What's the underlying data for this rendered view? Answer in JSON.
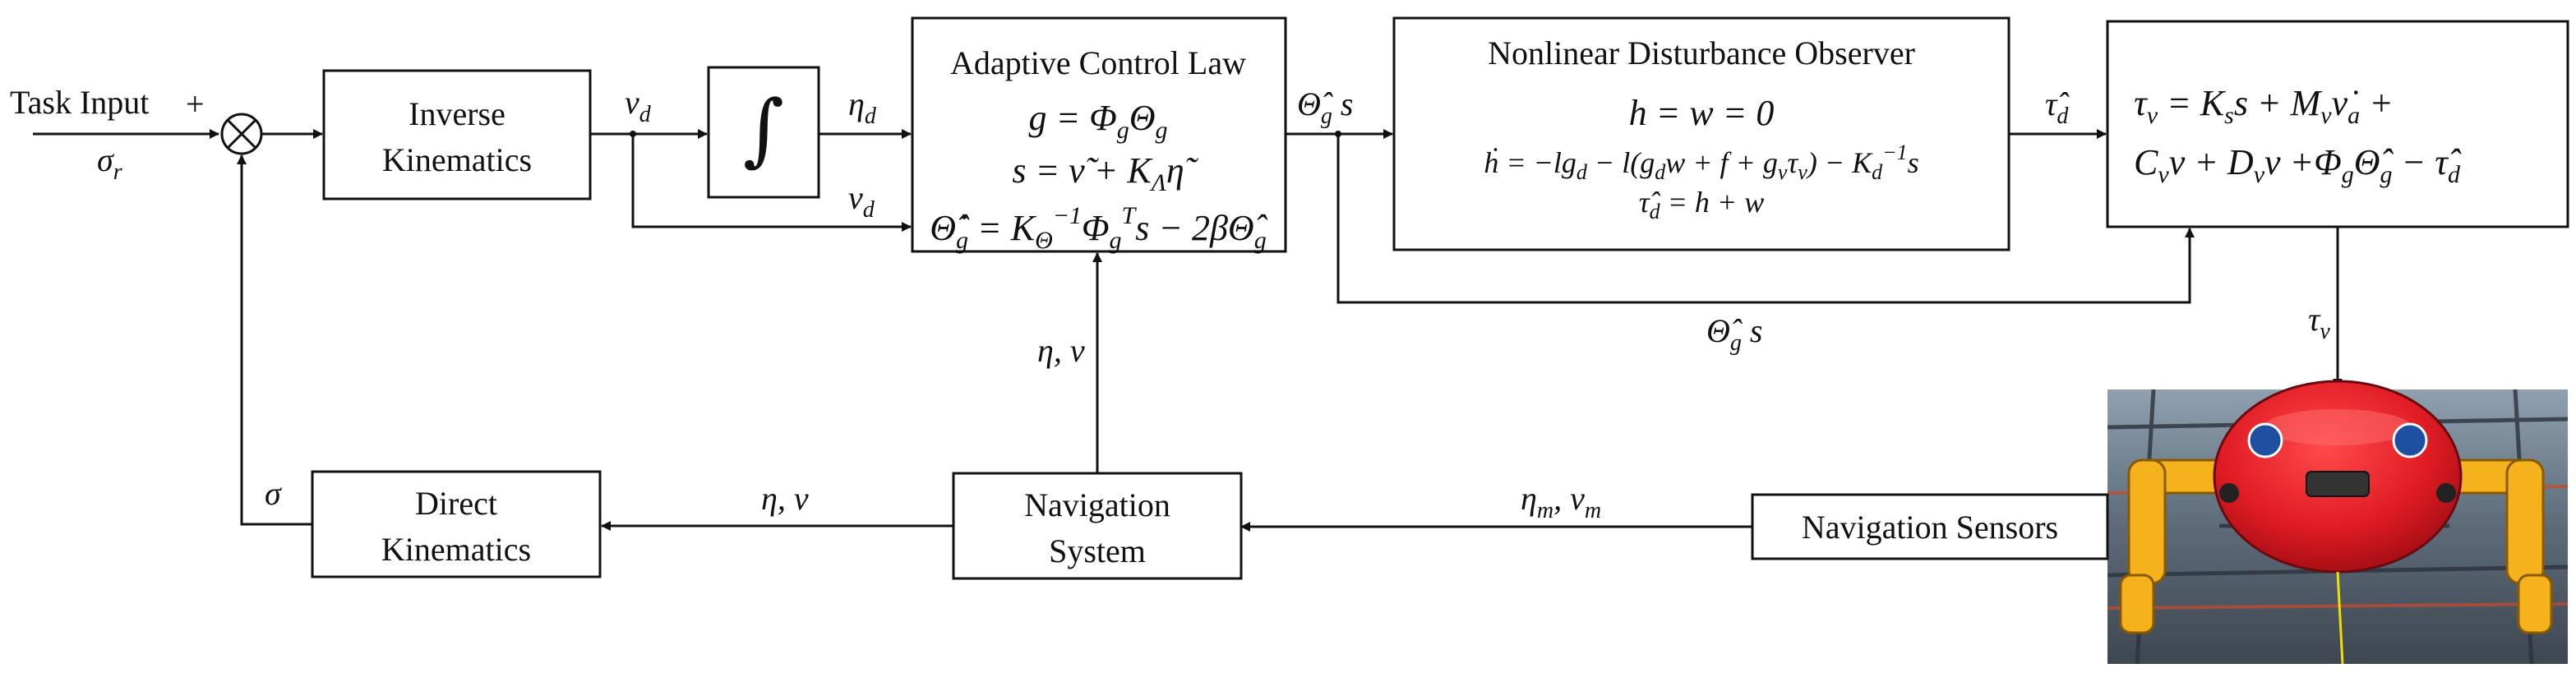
{
  "task_input": {
    "label": "Task Input",
    "plus": "+",
    "sigma_r": "σ_r"
  },
  "blocks": {
    "inverse_kinematics": [
      "Inverse",
      "Kinematics"
    ],
    "integrator": "∫",
    "adaptive_control": {
      "title": "Adaptive Control Law",
      "eq1": "g = Φ_gΘ_g",
      "eq2": "s = ν̃ + K_Λη̃",
      "eq3": "Θ̂̇_g = K_Θ^{-1}Φ_g^T s − 2βΘ̂_g"
    },
    "disturbance_observer": {
      "title": "Nonlinear Disturbance Observer",
      "eq1": "h = w = 0",
      "eq2": "ḣ = −lg_d − l(g_d w + f + g_v τ_v) − K_d^{-1} s",
      "eq3": "τ̂_d = h + w"
    },
    "control_output": {
      "eq1": "τ_v = K_s s + M_v ν̇_a +",
      "eq2": "C_v ν + D_v ν + Φ_g Θ̂_g − τ̂_d"
    },
    "navigation_system": [
      "Navigation",
      "System"
    ],
    "direct_kinematics": [
      "Direct",
      "Kinematics"
    ],
    "navigation_sensors": "Navigation Sensors"
  },
  "signals": {
    "nu_d_1": "ν_d",
    "eta_d": "η_d",
    "nu_d_2": "ν_d",
    "theta_s_top": "Θ̂_g s",
    "tau_hat_d": "τ̂_d",
    "theta_s_bottom": "Θ̂_g s",
    "tau_v": "τ_v",
    "eta_nu_up": "η, ν",
    "eta_nu_left": "η, ν",
    "eta_m_nu_m": "η_m, ν_m",
    "sigma": "σ"
  },
  "robot_photo": {
    "icon": "underwater-robot-photo"
  },
  "colors": {
    "robot_body": "#e01b24",
    "robot_arms": "#f5b21c",
    "background_steel": "#6b7b8c"
  }
}
